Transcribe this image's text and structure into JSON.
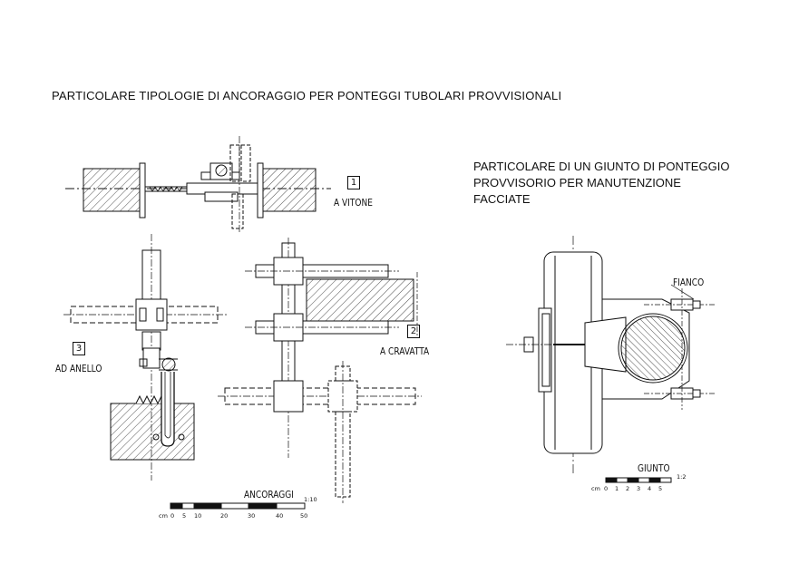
{
  "title_main": "PARTICOLARE TIPOLOGIE DI ANCORAGGIO PER PONTEGGI TUBOLARI PROVVISIONALI",
  "title_right_lines": [
    "PARTICOLARE DI UN GIUNTO DI PONTEGGIO",
    "PROVVISORIO PER MANUTENZIONE",
    "FACCIATE"
  ],
  "details": {
    "vitone": {
      "number": "1",
      "label": "A VITONE"
    },
    "cravatta": {
      "number": "2",
      "label": "A CRAVATTA"
    },
    "anello": {
      "number": "3",
      "label": "AD ANELLO"
    }
  },
  "giunto": {
    "fianco_label": "FIANCO",
    "label": "GIUNTO",
    "scale_ratio": "1:2",
    "scale_unit": "cm",
    "scale_ticks": [
      "0",
      "1",
      "2",
      "3",
      "4",
      "5"
    ]
  },
  "ancoraggi": {
    "label": "ANCORAGGI",
    "scale_ratio": "1:10",
    "scale_unit": "cm",
    "scale_ticks": [
      "0",
      "5",
      "10",
      "20",
      "30",
      "40",
      "50"
    ]
  },
  "colors": {
    "ink": "#111111",
    "background": "#ffffff"
  }
}
